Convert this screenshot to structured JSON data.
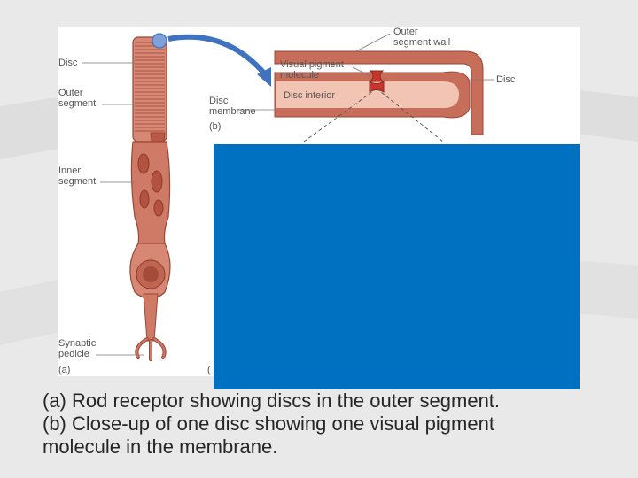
{
  "labels": {
    "disc_left": "Disc",
    "outer_segment": "Outer\nsegment",
    "inner_segment": "Inner\nsegment",
    "synaptic_pedicle": "Synaptic\npedicle",
    "panel_a": "(a)",
    "outer_segment_wall": "Outer\nsegment wall",
    "visual_pigment_molecule": "Visual pigment\nmolecule",
    "disc_interior": "Disc interior",
    "disc_right": "Disc",
    "disc_membrane": "Disc\nmembrane",
    "panel_b": "(b)",
    "panel_c_partial": "("
  },
  "caption": {
    "line1": " (a) Rod receptor showing discs in the outer segment.",
    "line2": "(b) Close-up of one disc showing one visual pigment",
    "line3": "molecule in the membrane."
  },
  "colors": {
    "cell_fill": "#cf7a66",
    "cell_stroke": "#9c4636",
    "arrow": "#3f73c0",
    "blue_box": "#0070c0",
    "pigment": "#c8352a"
  }
}
